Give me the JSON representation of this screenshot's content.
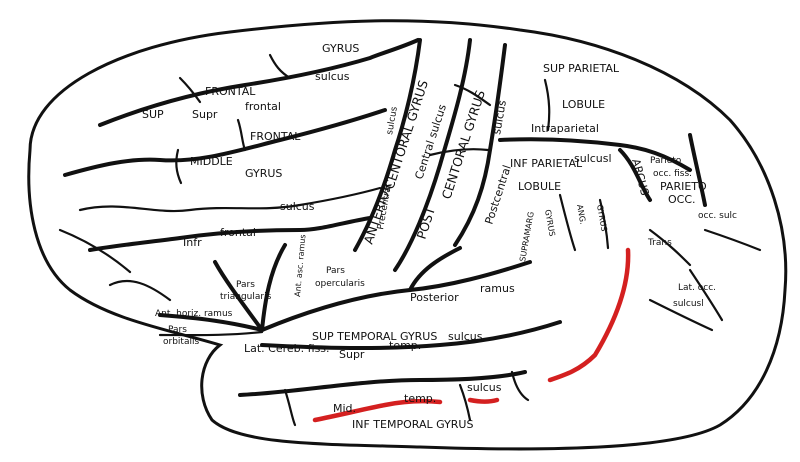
{
  "labels": {
    "sup": "SUP",
    "frontal_top": "FRONTAL",
    "gyrus_top": "GYRUS",
    "supr": "Supr",
    "frontal_lc": "frontal",
    "sulcus_top": "sulcus",
    "middle": "MIDDLE",
    "frontal_mid": "FRONTAL",
    "gyrus_mid": "GYRUS",
    "infr": "Infr",
    "frontal_infr": "frontal",
    "sulcus_infr": "sulcus",
    "pars_triangularis_1": "Pars",
    "pars_triangularis_2": "triangularis",
    "ant_asc_ramus": "Ant. asc. ramus",
    "pars_opercularis_1": "Pars",
    "pars_opercularis_2": "opercularis",
    "ant_horiz_ramus": "Ant. horiz. ramus",
    "pars_orbitalis_1": "Pars",
    "pars_orbitalis_2": "orbitalis",
    "lat_cereb_fiss": "Lat. Cereb. fiss.",
    "posterior": "Posterior",
    "ramus": "ramus",
    "sup_temporal_gyrus": "SUP  TEMPORAL  GYRUS",
    "supr_lower": "Supr",
    "temp_upper": "temp.",
    "sulcus_temp": "sulcus",
    "mid": "Mid.",
    "temp_lower": "temp.",
    "sulcus_lower": "sulcus",
    "inf_temporal_gyrus": "INF  TEMPORAL  GYRUS",
    "precentral": "Precentral",
    "sulcus_precentral": "sulcus",
    "anterior": "ANTERIOR",
    "centoral_gyrus_ant": "CENTORAL GYRUS",
    "central_sulcus": "Central sulcus",
    "post": "POST",
    "centoral_gyrus_post": "CENTORAL GYRUS",
    "postcentral": "Postcentral",
    "sulcus_postcentral": "sulcus",
    "sup_parietal": "SUP  PARIETAL",
    "lobule_sup": "LOBULE",
    "intraparietal": "Intraparietal",
    "sulcus_intra": "sulcusl",
    "inf_parietal": "INF  PARIETAL",
    "lobule_inf": "LOBULE",
    "supramarg": "SUPRAMARG",
    "gyrus_supramarg": "GYRUS",
    "ang": "ANG.",
    "gyrus_ang": "GYRUS",
    "arcus": "ARCUS",
    "parieto_occ_fiss_1": "Parieto",
    "parieto_occ_fiss_2": "occ. fiss.",
    "parieto_occ_1": "PARIETO",
    "parieto_occ_2": "OCC.",
    "trans": "Trans",
    "occ_sulc": "occ. sulc",
    "lat_occ_1": "Lat. occ.",
    "lat_occ_2": "sulcusl"
  }
}
